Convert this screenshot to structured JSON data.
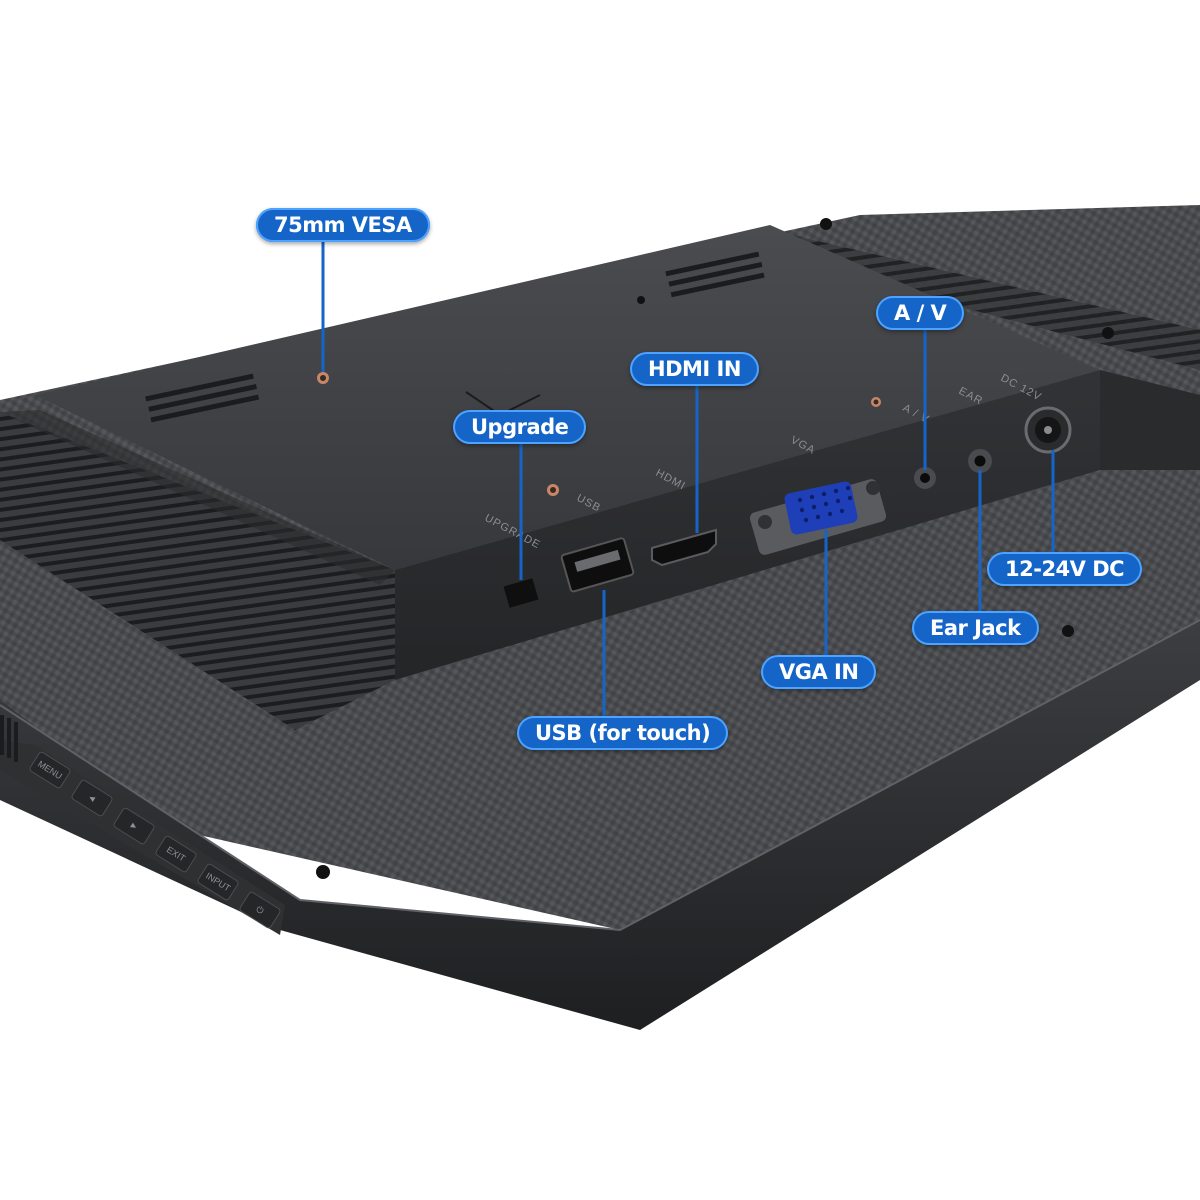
{
  "callouts": {
    "vesa": "75mm VESA",
    "upgrade": "Upgrade",
    "hdmi_in": "HDMI IN",
    "av": "A / V",
    "usb": "USB (for touch)",
    "vga_in": "VGA IN",
    "ear_jack": "Ear Jack",
    "dc_power": "12-24V DC"
  },
  "port_labels": {
    "upgrade": "UPGRADE",
    "usb": "USB",
    "hdmi": "HDMI",
    "vga": "VGA",
    "av": "A / V",
    "ear": "EAR",
    "dc": "DC 12V"
  },
  "side_buttons": [
    "MENU",
    "◄",
    "►",
    "EXIT",
    "INPUT",
    "⏻"
  ],
  "colors": {
    "callout_fill": "#1565c8",
    "callout_border": "#4da3ff",
    "leader_line": "#1565c8",
    "housing": "#3a3b3e",
    "port_panel": "#2b2c2e",
    "vga_connector": "#1f3fb8"
  }
}
